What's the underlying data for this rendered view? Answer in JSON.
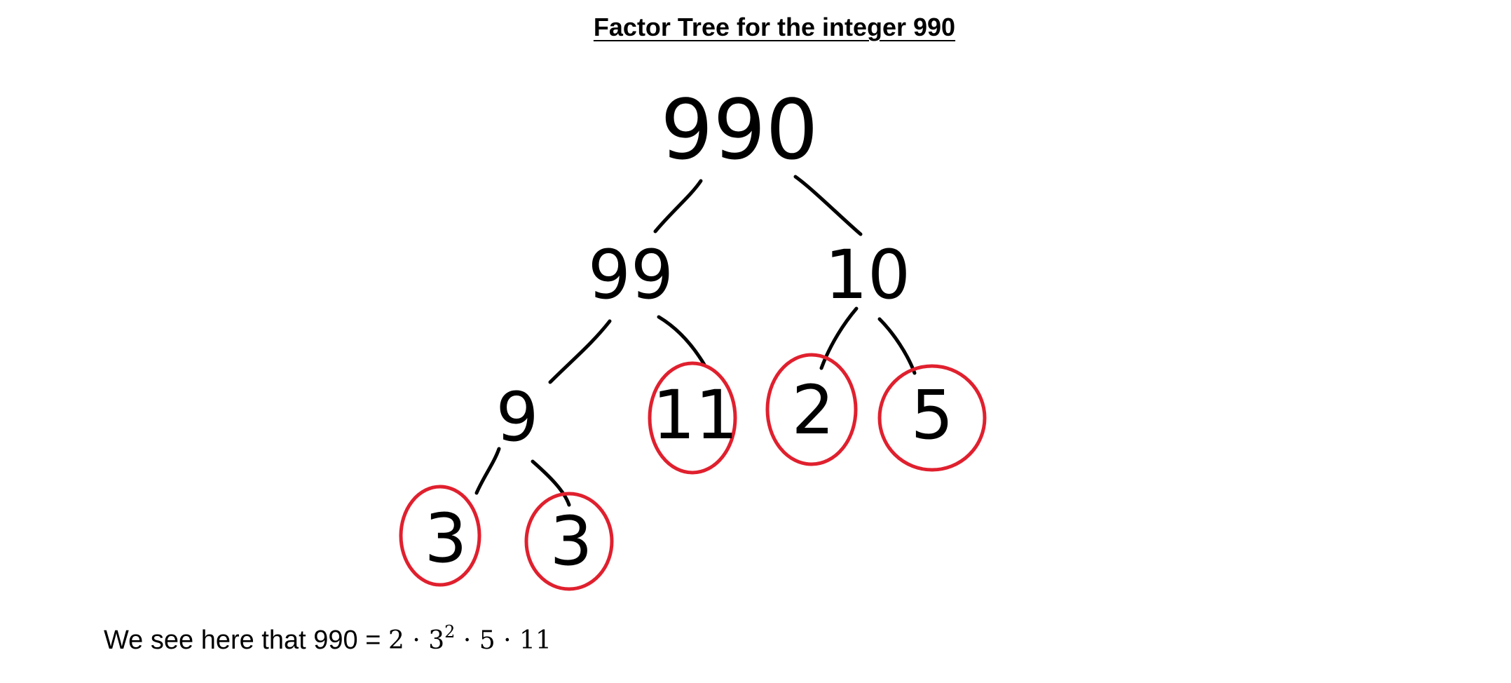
{
  "title": "Factor Tree for the integer 990",
  "tree": {
    "root": "990",
    "level1": [
      "99",
      "10"
    ],
    "level2": [
      "9",
      "11",
      "2",
      "5"
    ],
    "level3": [
      "3",
      "3"
    ],
    "primes": [
      "11",
      "2",
      "5",
      "3",
      "3"
    ]
  },
  "conclusion": {
    "prefix": "We see here that 990 = ",
    "f1": "2",
    "dot1": "·",
    "base": "3",
    "exponent": "2",
    "dot2": "·",
    "f3": "5",
    "dot3": "·",
    "f4": "11"
  },
  "colors": {
    "ink": "#000000",
    "prime_circle": "#E0202E",
    "background": "#FFFFFF"
  }
}
